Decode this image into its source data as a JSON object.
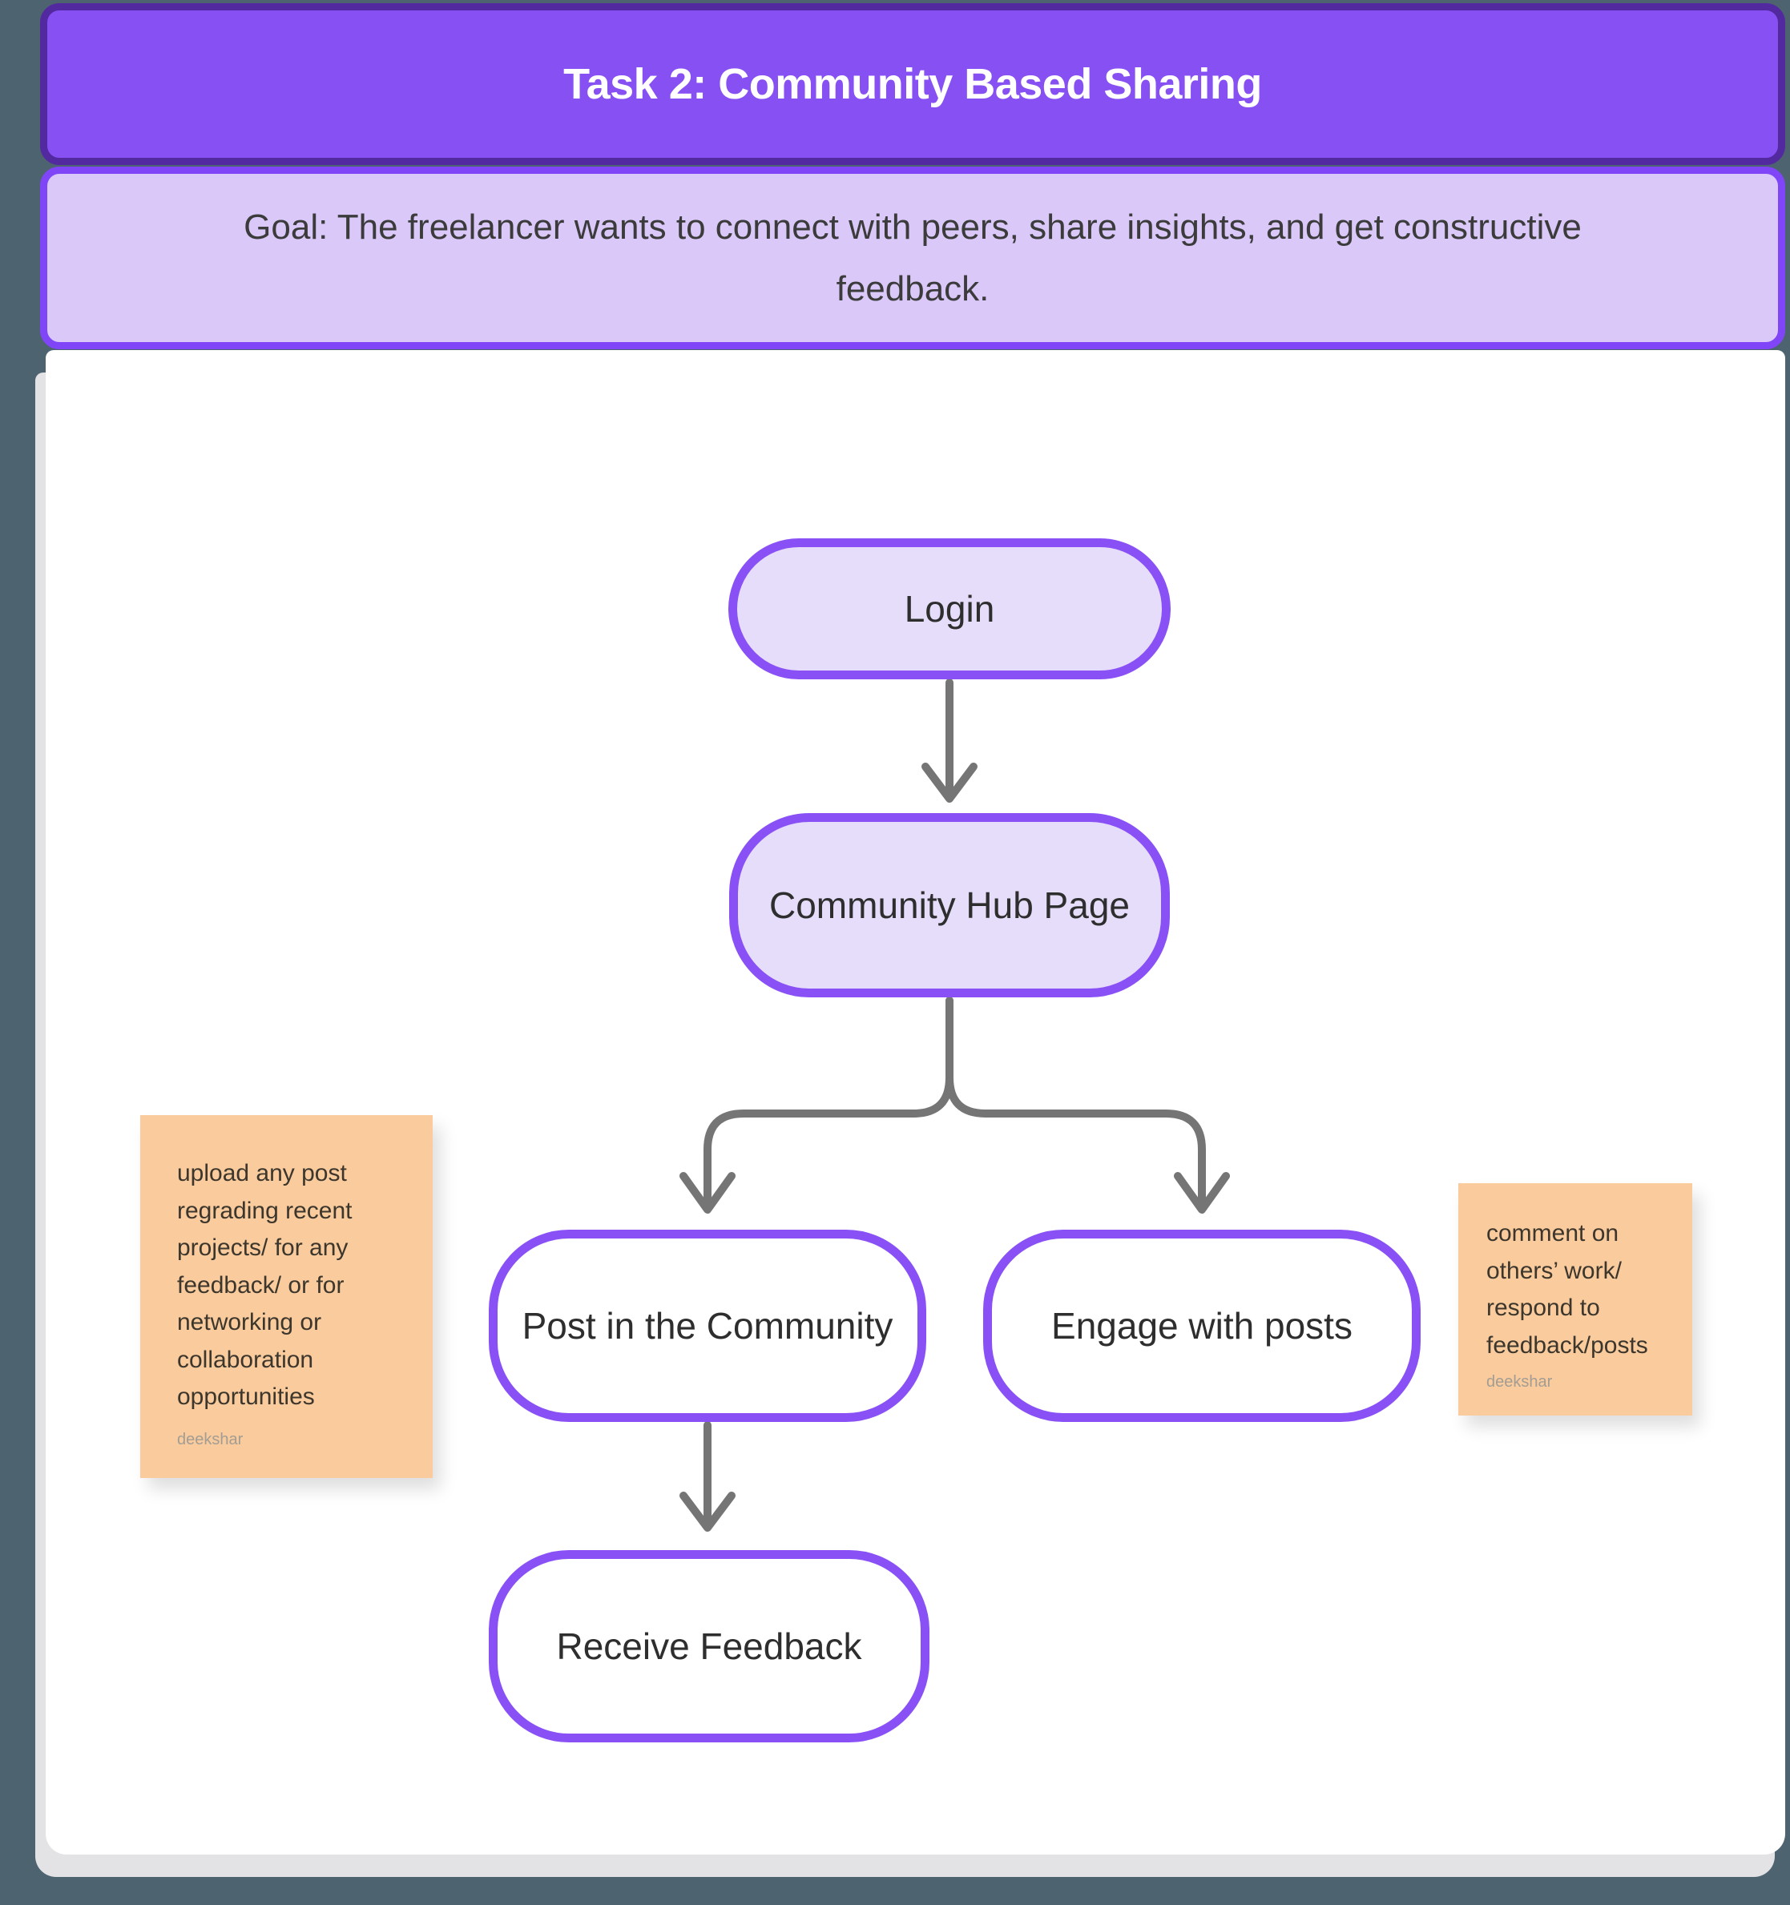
{
  "header": {
    "title": "Task 2: Community Based Sharing",
    "bg_color": "#8750f3",
    "border_color": "#53299f",
    "text_color": "#ffffff"
  },
  "goal": {
    "text": "Goal: The freelancer wants to connect with peers, share insights, and get constructive feedback.",
    "bg_color": "#d9c8f8",
    "border_color": "#8145f8",
    "text_color": "#3b3b3b"
  },
  "flowchart": {
    "connector_color": "#757575",
    "node_border_color": "#8950f6",
    "filled_node_bg": "#e6ddfa",
    "plain_node_bg": "#ffffff",
    "nodes": [
      {
        "id": "login",
        "label": "Login",
        "style": "filled"
      },
      {
        "id": "hub",
        "label": "Community Hub Page",
        "style": "filled"
      },
      {
        "id": "post",
        "label": "Post in the Community",
        "style": "plain"
      },
      {
        "id": "engage",
        "label": "Engage with posts",
        "style": "plain"
      },
      {
        "id": "receive",
        "label": "Receive Feedback",
        "style": "plain"
      }
    ],
    "edges": [
      "Login -> Community Hub Page",
      "Community Hub Page -> Post in the Community",
      "Community Hub Page -> Engage with posts",
      "Post in the Community -> Receive Feedback"
    ]
  },
  "notes": {
    "left": {
      "text": "upload any post regrading recent projects/ for any feedback/ or for networking or collaboration opportunities",
      "author": "deekshar",
      "bg_color": "#f9cb9d"
    },
    "right": {
      "text": "comment on others’ work/ respond to feedback/posts",
      "author": "deekshar",
      "bg_color": "#f9cb9d"
    }
  },
  "page": {
    "background_color": "#4d6470",
    "canvas_color": "#ffffff"
  }
}
